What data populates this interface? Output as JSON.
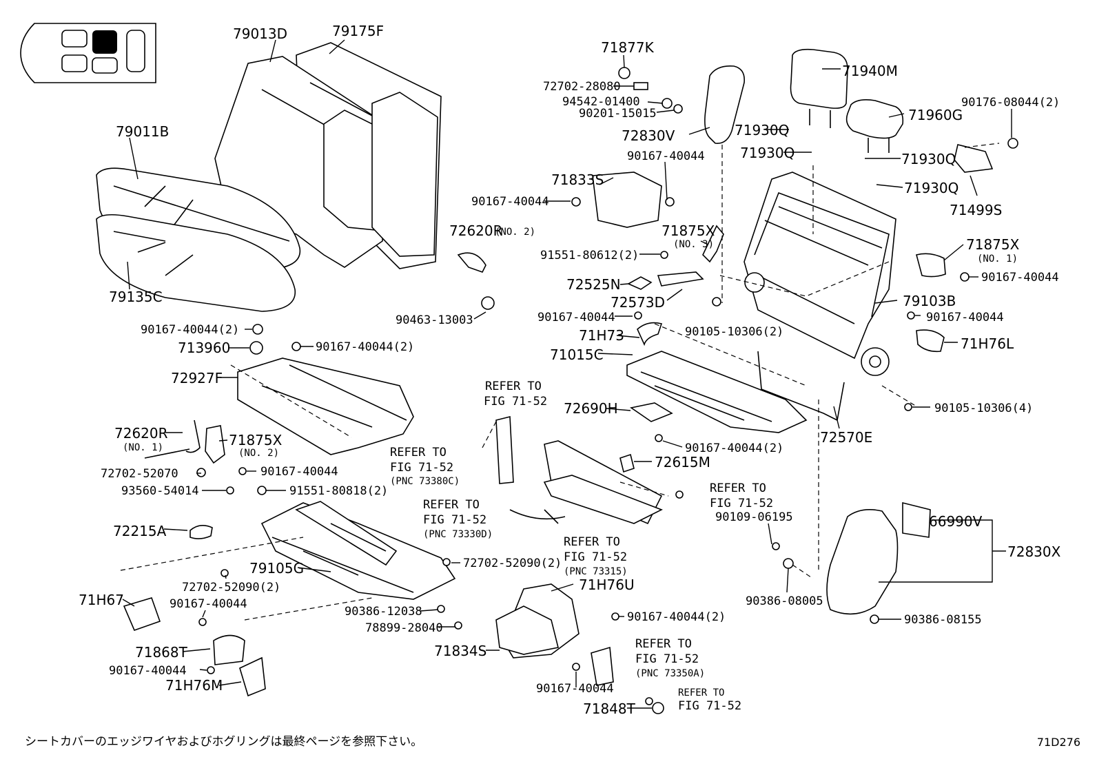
{
  "labels": {
    "p79013D": "79013D",
    "p79175F": "79175F",
    "p79011B": "79011B",
    "p79135C": "79135C",
    "p71877K": "71877K",
    "p72702_28080": "72702-28080",
    "p94542_01400": "94542-01400",
    "p90201_15015": "90201-15015",
    "p72830V": "72830V",
    "p90167_40044_a": "90167-40044",
    "p71833S": "71833S",
    "p90167_40044_b": "90167-40044",
    "p72620R_2": "72620R",
    "n_no2": "(NO. 2)",
    "p71940M": "71940M",
    "p90176_08044": "90176-08044(2)",
    "p71960G": "71960G",
    "p71930Q_a": "71930Q",
    "p71930Q_b": "71930Q",
    "p71930Q_c": "71930Q",
    "p71930Q_d": "71930Q",
    "p71499S": "71499S",
    "p71875X_3": "71875X",
    "n_no3": "(NO. 3)",
    "p91551_80612": "91551-80612(2)",
    "p72525N": "72525N",
    "p72573D": "72573D",
    "p90463_13003": "90463-13003",
    "p71875X_1": "71875X",
    "n_no1": "(NO. 1)",
    "p90167_40044_c": "90167-40044",
    "p79103B": "79103B",
    "p90167_40044_d": "90167-40044",
    "p90105_10306_2": "90105-10306(2)",
    "p90167_40044_e": "90167-40044",
    "p71H73": "71H73",
    "p71H76L": "71H76L",
    "p71015C": "71015C",
    "p90105_10306_4": "90105-10306(4)",
    "p90167_40044_2a": "90167-40044(2)",
    "p713960": "713960",
    "p90167_40044_2b": "90167-40044(2)",
    "p72927F": "72927F",
    "p72690H": "72690H",
    "p90167_40044_2c": "90167-40044(2)",
    "p72570E": "72570E",
    "p72615M": "72615M",
    "p72620R_1": "72620R",
    "n_no1b": "(NO. 1)",
    "p71875X_2": "71875X",
    "n_no2b": "(NO. 2)",
    "p90167_40044_f": "90167-40044",
    "p72702_52070": "72702-52070",
    "p93560_54014": "93560-54014",
    "p91551_80818": "91551-80818(2)",
    "p72215A": "72215A",
    "p90109_06195": "90109-06195",
    "p66990V": "66990V",
    "p72830X": "72830X",
    "p72702_52090_a": "72702-52090(2)",
    "p79105G": "79105G",
    "p72702_52090_b": "72702-52090(2)",
    "p71H76U": "71H76U",
    "p90386_08005": "90386-08005",
    "p71H67": "71H67",
    "p90167_40044_g": "90167-40044",
    "p90386_12038": "90386-12038",
    "p78899_28040": "78899-28040",
    "p90167_40044_2d": "90167-40044(2)",
    "p90386_08155": "90386-08155",
    "p71834S": "71834S",
    "p71868T": "71868T",
    "p90167_40044_h": "90167-40044",
    "p71H76M": "71H76M",
    "p90167_40044_i": "90167-40044",
    "p71848T": "71848T"
  },
  "refs": {
    "r1_a": "REFER TO",
    "r1_b": "FIG 71-52",
    "r2_a": "REFER TO",
    "r2_b": "FIG 71-52",
    "r2_c": "(PNC 73380C)",
    "r3_a": "REFER TO",
    "r3_b": "FIG 71-52",
    "r4_a": "REFER TO",
    "r4_b": "FIG 71-52",
    "r4_c": "(PNC 73330D)",
    "r5_a": "REFER TO",
    "r5_b": "FIG 71-52",
    "r5_c": "(PNC 73315)",
    "r6_a": "REFER TO",
    "r6_b": "FIG 71-52",
    "r6_c": "(PNC 73350A)",
    "r7_a": "REFER TO",
    "r7_b": "FIG 71-52"
  },
  "footer_note": "シートカバーのエッジワイヤおよびホグリングは最終ページを参照下さい。",
  "figure_code": "71D276"
}
